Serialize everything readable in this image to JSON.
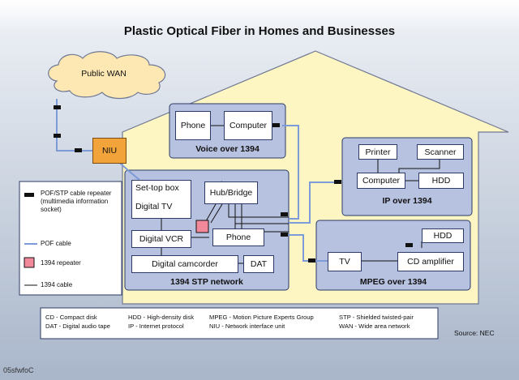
{
  "title": "Plastic Optical Fiber in Homes and Businesses",
  "wan_label": "Public WAN",
  "niu_label": "NIU",
  "groups": {
    "voice": "Voice over 1394",
    "ip": "IP over 1394",
    "stp": "1394 STP network",
    "mpeg": "MPEG over 1394"
  },
  "devices": {
    "phone_voice": "Phone",
    "computer_voice": "Computer",
    "printer": "Printer",
    "scanner": "Scanner",
    "computer_ip": "Computer",
    "hdd_ip": "HDD",
    "settop": "Set-top box",
    "hub": "Hub/Bridge",
    "dtv": "Digital TV",
    "dvcr": "Digital VCR",
    "phone_stp": "Phone",
    "camcorder": "Digital camcorder",
    "dat": "DAT",
    "tv": "TV",
    "cd_amp": "CD amplifier",
    "hdd_mpeg": "HDD"
  },
  "legend": {
    "repeater": "POF/STP cable repeater (multimedia information socket)",
    "pof": "POF cable",
    "r1394": "1394 repeater",
    "cable1394": "1394 cable"
  },
  "notes": [
    [
      "CD - Compact disk",
      "DAT - Digital audio tape"
    ],
    [
      "HDD - High-density disk",
      "IP - Internet protocol"
    ],
    [
      "MPEG - Motion Picture Experts Group",
      "NIU - Network interface unit"
    ],
    [
      "STP - Shielded twisted-pair",
      "WAN - Wide area network"
    ]
  ],
  "source": "Source: NEC",
  "footer_id": "05sfwfoC",
  "colors": {
    "group_fill": "#b7c1e0",
    "niu_fill": "#f2a33a",
    "house_fill": "#fdf6c3",
    "pof_cable": "#7d9bd8",
    "repeater_1394": "#f2899b"
  }
}
